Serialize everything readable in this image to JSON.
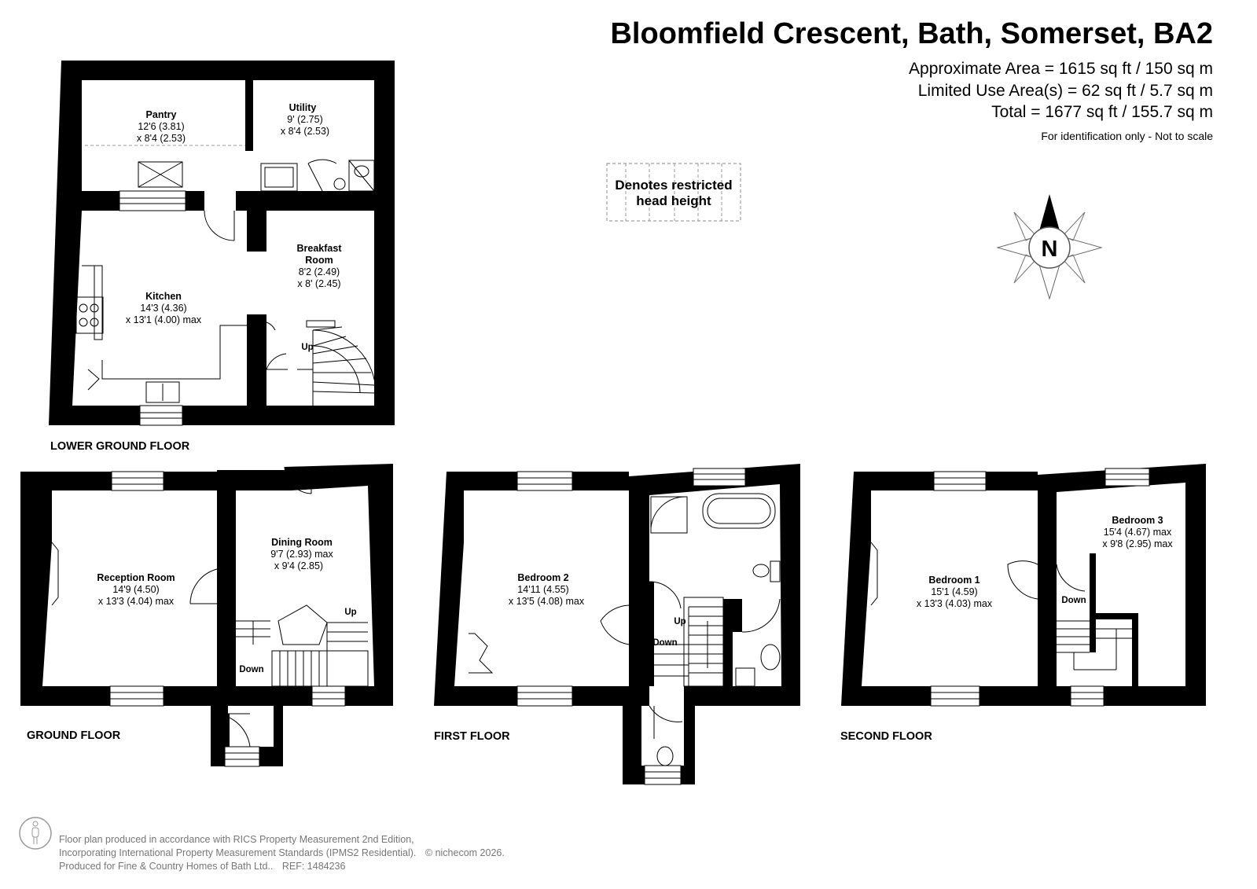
{
  "header": {
    "title": "Bloomfield Crescent, Bath, Somerset, BA2",
    "approx_area": "Approximate Area = 1615 sq ft / 150 sq m",
    "limited_area": "Limited Use Area(s) = 62 sq ft / 5.7 sq m",
    "total_area": "Total = 1677 sq ft / 155.7 sq m",
    "disclaimer": "For identification only - Not to scale"
  },
  "legend": {
    "line1": "Denotes restricted",
    "line2": "head height"
  },
  "compass": {
    "letter": "N"
  },
  "floors": {
    "lower_ground": {
      "label": "LOWER GROUND FLOOR",
      "rooms": {
        "pantry": {
          "name": "Pantry",
          "dim1": "12'6 (3.81)",
          "dim2": "x 8'4 (2.53)"
        },
        "utility": {
          "name": "Utility",
          "dim1": "9' (2.75)",
          "dim2": "x 8'4 (2.53)"
        },
        "breakfast": {
          "name1": "Breakfast",
          "name2": "Room",
          "dim1": "8'2 (2.49)",
          "dim2": "x 8' (2.45)"
        },
        "kitchen": {
          "name": "Kitchen",
          "dim1": "14'3 (4.36)",
          "dim2": "x 13'1 (4.00) max"
        }
      },
      "stairs_up": "Up"
    },
    "ground": {
      "label": "GROUND FLOOR",
      "rooms": {
        "reception": {
          "name": "Reception Room",
          "dim1": "14'9 (4.50)",
          "dim2": "x 13'3 (4.04) max"
        },
        "dining": {
          "name": "Dining Room",
          "dim1": "9'7 (2.93) max",
          "dim2": "x 9'4 (2.85)"
        }
      },
      "stairs_up": "Up",
      "stairs_down": "Down"
    },
    "first": {
      "label": "FIRST FLOOR",
      "rooms": {
        "bedroom2": {
          "name": "Bedroom 2",
          "dim1": "14'11 (4.55)",
          "dim2": "x 13'5 (4.08) max"
        }
      },
      "stairs_up": "Up",
      "stairs_down": "Down"
    },
    "second": {
      "label": "SECOND FLOOR",
      "rooms": {
        "bedroom1": {
          "name": "Bedroom 1",
          "dim1": "15'1 (4.59)",
          "dim2": "x 13'3 (4.03) max"
        },
        "bedroom3": {
          "name": "Bedroom 3",
          "dim1": "15'4 (4.67) max",
          "dim2": "x 9'8 (2.95) max"
        }
      },
      "stairs_down": "Down"
    }
  },
  "footer": {
    "line1": "Floor plan produced in accordance with RICS Property Measurement 2nd Edition,",
    "line2": "Incorporating International Property Measurement Standards (IPMS2 Residential).",
    "copyright": "© nichecom 2026.",
    "line3": "Produced for Fine & Country Homes of Bath Ltd..",
    "ref": "REF: 1484236"
  }
}
